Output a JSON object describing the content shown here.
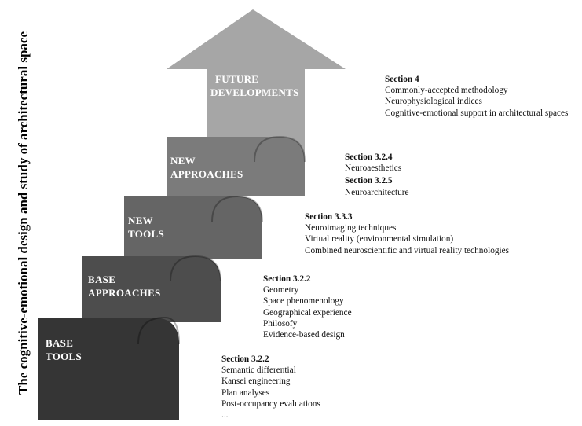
{
  "title": "The cognitive-emotional design and study of architectural space",
  "colors": {
    "step1": "#353535",
    "step2": "#4d4d4d",
    "step3": "#656565",
    "step4": "#7b7b7b",
    "arrow": "#a6a6a6",
    "label": "#ffffff"
  },
  "steps": [
    {
      "lines": [
        "BASE",
        "TOOLS"
      ]
    },
    {
      "lines": [
        "BASE",
        "APPROACHES"
      ]
    },
    {
      "lines": [
        "NEW",
        "TOOLS"
      ]
    },
    {
      "lines": [
        "NEW",
        "APPROACHES"
      ]
    },
    {
      "lines": [
        "FUTURE",
        "DEVELOPMENTS"
      ]
    }
  ],
  "sections": [
    {
      "heading": "Section 3.2.2",
      "items": [
        "Semantic differential",
        "Kansei engineering",
        "Plan analyses",
        "Post-occupancy evaluations",
        "..."
      ]
    },
    {
      "heading": "Section 3.2.2",
      "items": [
        "Geometry",
        "Space phenomenology",
        "Geographical experience",
        "Philosofy",
        "Evidence-based design"
      ]
    },
    {
      "heading": "Section 3.3.3",
      "items": [
        "Neuroimaging techniques",
        "Virtual reality (environmental simulation)",
        "Combined neuroscientific and virtual reality technologies"
      ]
    },
    {
      "heading": "Section 3.2.4",
      "items": [
        "Neuroaesthetics"
      ]
    },
    {
      "heading": "Section 3.2.5",
      "items": [
        "Neuroarchitecture"
      ]
    },
    {
      "heading": "Section 4",
      "items": [
        "Commonly-accepted methodology",
        "Neurophysiological indices",
        "Cognitive-emotional support in architectural spaces"
      ]
    }
  ]
}
